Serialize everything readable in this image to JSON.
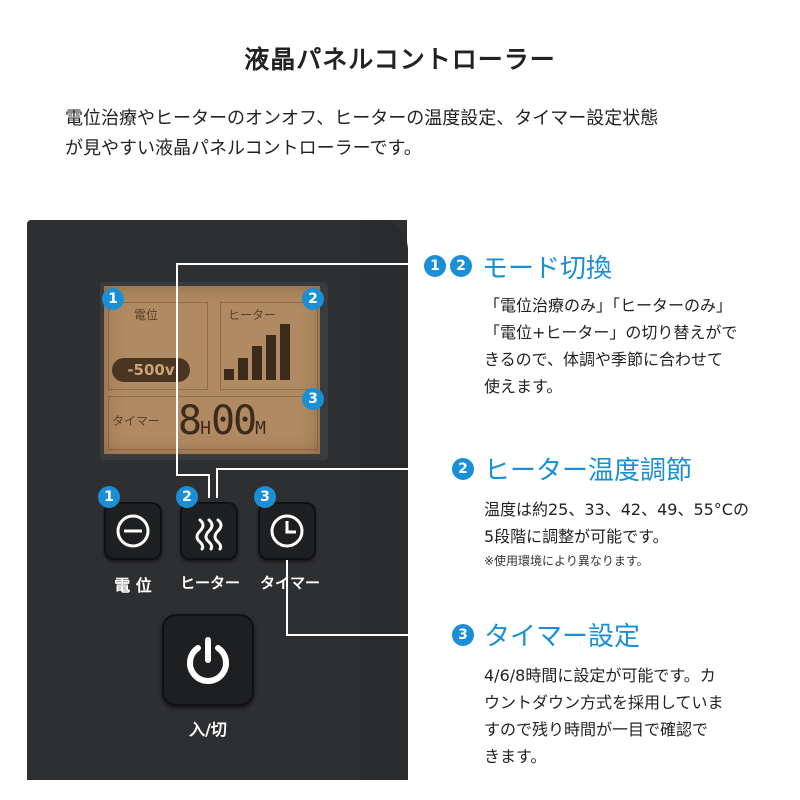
{
  "header": {
    "title": "液晶パネルコントローラー",
    "intro_line1": "電位治療やヒーターのオンオフ、ヒーターの温度設定、タイマー設定状態",
    "intro_line2": "が見やすい液晶パネルコントローラーです。"
  },
  "lcd": {
    "label_potential": "電位",
    "label_heater": "ヒーター",
    "label_timer": "タイマー",
    "voltage": "-500v",
    "hours": "8",
    "hour_unit": "H",
    "minutes": "00",
    "minute_unit": "M",
    "heater_level": 5,
    "heater_level_max": 5
  },
  "badges": {
    "one": "1",
    "two": "2",
    "three": "3"
  },
  "buttons": {
    "potential_label": "電 位",
    "heater_label": "ヒーター",
    "timer_label": "タイマー",
    "power_label": "入/切"
  },
  "sections": {
    "mode": {
      "title": "モード切換",
      "lines": [
        "「電位治療のみ」「ヒーターのみ」",
        "「電位+ヒーター」の切り替えがで",
        "きるので、体調や季節に合わせて",
        "使えます。"
      ]
    },
    "heater": {
      "title": "ヒーター温度調節",
      "lines": [
        "温度は約25、33、42、49、55°Cの",
        "5段階に調整が可能です。"
      ],
      "note": "※使用環境により異なります。"
    },
    "timer": {
      "title": "タイマー設定",
      "lines": [
        "4/6/8時間に設定が可能です。カ",
        "ウントダウン方式を採用していま",
        "すので残り時間が一目で確認で",
        "きます。"
      ]
    }
  },
  "colors": {
    "accent": "#1a8fd6",
    "device": "#2e2f31",
    "lcd": "#b08a62"
  }
}
